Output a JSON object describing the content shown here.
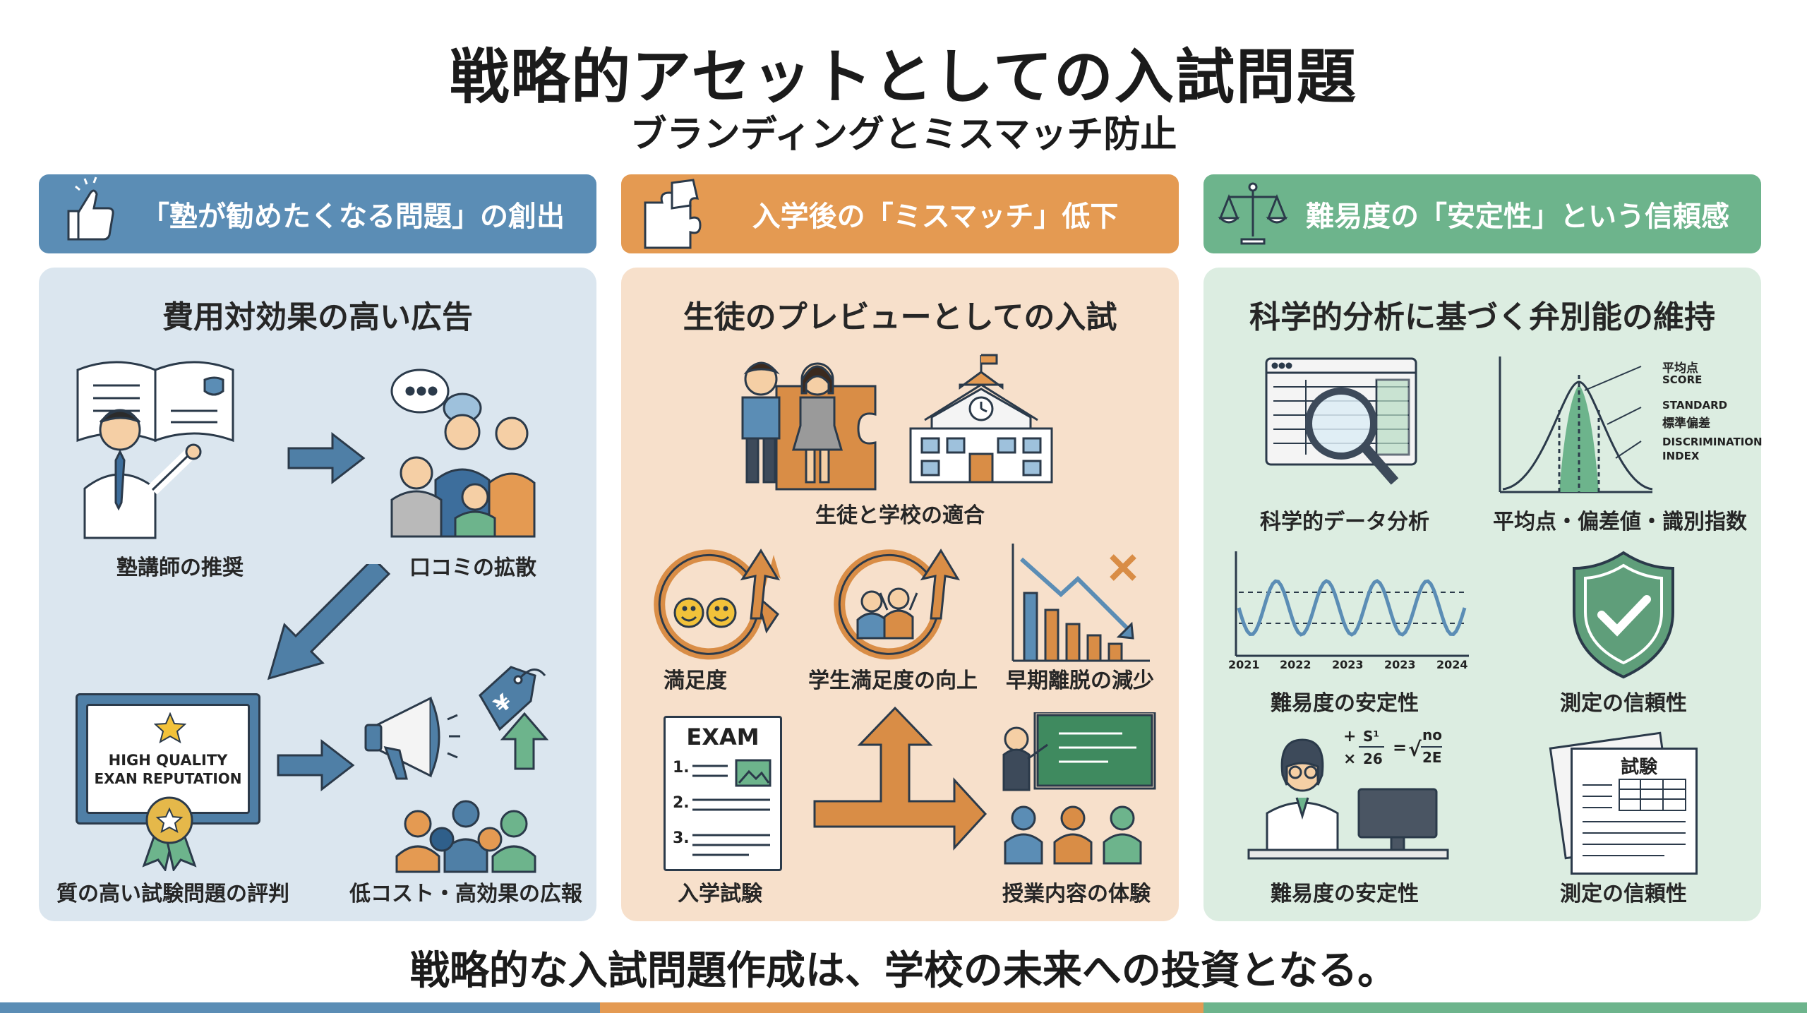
{
  "title": "戦略的アセットとしての入試問題",
  "subtitle": "ブランディングとミスマッチ防止",
  "columns": [
    {
      "header": "「塾が勧めたくなる問題」の創出",
      "header_icon": "thumbs-up-icon",
      "panel_title": "費用対効果の高い広告",
      "items": [
        {
          "label": "塾講師の推奨"
        },
        {
          "label": "口コミの拡散"
        },
        {
          "label": "質の高い試験問題の評判",
          "badge_line1": "HIGH QUALITY",
          "badge_line2": "EXAN REPUTATION"
        },
        {
          "label": "低コスト・高効果の広報",
          "tag_symbol": "¥"
        }
      ]
    },
    {
      "header": "入学後の「ミスマッチ」低下",
      "header_icon": "puzzle-icon",
      "panel_title": "生徒のプレビューとしての入試",
      "items": [
        {
          "label": "生徒と学校の適合"
        },
        {
          "label": "満足度"
        },
        {
          "label": "学生満足度の向上"
        },
        {
          "label": "早期離脱の減少"
        },
        {
          "label": "入学試験",
          "doc_title": "EXAM",
          "doc_numbers": [
            "1.",
            "2.",
            "3."
          ]
        },
        {
          "label": "授業内容の体験"
        }
      ]
    },
    {
      "header": "難易度の「安定性」という信頼感",
      "header_icon": "balance-scale-icon",
      "panel_title": "科学的分析に基づく弁別能の維持",
      "items": [
        {
          "label": "科学的データ分析"
        },
        {
          "label": "平均点・偏差値・識別指数",
          "annotations": [
            "平均点",
            "SCORE",
            "STANDARD",
            "標準偏差",
            "DISCRIMINATION",
            "INDEX"
          ]
        },
        {
          "label": "難易度の安定性",
          "x_ticks": [
            "2021",
            "2022",
            "2023",
            "2023",
            "2024"
          ]
        },
        {
          "label": "測定の信頼性"
        },
        {
          "label": "難易度の安定性",
          "formula": [
            "+",
            "S¹",
            "×",
            "26",
            "=",
            "√",
            "no",
            "2E"
          ]
        },
        {
          "label": "測定の信頼性",
          "doc_title": "試験"
        }
      ]
    }
  ],
  "footer": "戦略的な入試問題作成は、学校の未来への投資となる。",
  "colors": {
    "blue": "#5b8db5",
    "orange": "#e49a52",
    "green": "#6db48c",
    "blue_bg": "#dbe6ef",
    "orange_bg": "#f7e0cb",
    "green_bg": "#dcede1"
  }
}
